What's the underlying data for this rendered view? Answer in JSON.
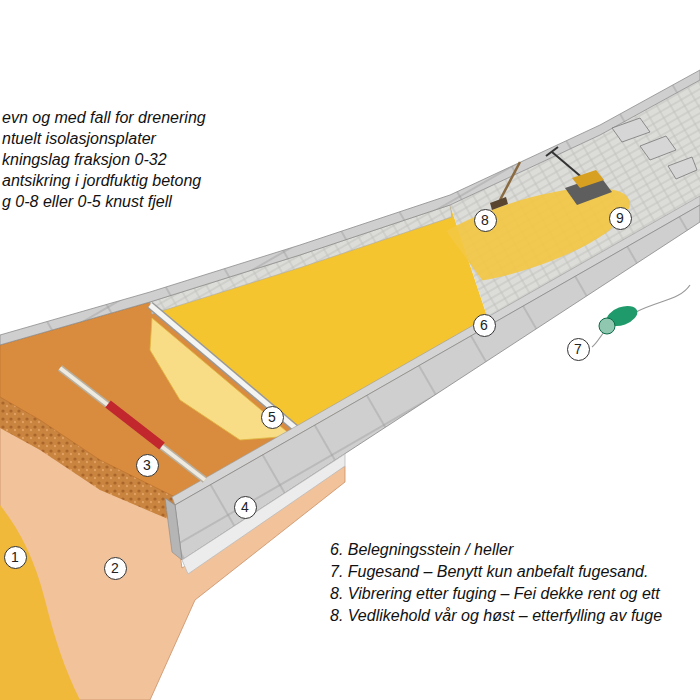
{
  "diagram": {
    "nodes": [
      {
        "text": [
          "1"
        ]
      },
      {
        "text": [
          "2"
        ]
      },
      {
        "text": [
          "3"
        ]
      },
      {
        "text": [
          "4"
        ]
      },
      {
        "text": [
          "5"
        ]
      },
      {
        "text": [
          "6"
        ]
      },
      {
        "text": [
          "7"
        ]
      },
      {
        "text": [
          "8"
        ]
      },
      {
        "text": [
          "9"
        ]
      }
    ],
    "labels": [
      "evn og med fall for drenering",
      "ntuelt isolasjonsplater",
      "kningslag fraksjon 0-32",
      "antsikring i jordfuktig betong",
      "g 0-8 eller 0-5 knust fjell",
      "6. Belegningsstein / heller",
      "7. Fugesand – Benytt kun anbefalt fugesand.",
      "8. Vibrering etter fuging – Fei dekke rent og ett",
      "8. Vedlikehold vår og høst – etterfylling av fuge"
    ]
  }
}
